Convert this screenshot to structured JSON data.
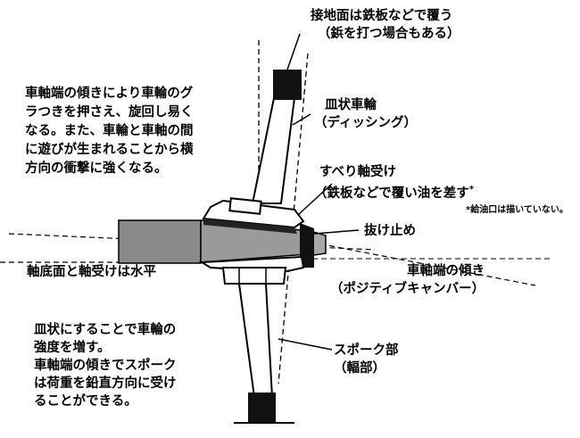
{
  "labels": {
    "ground_surface": [
      "接地面は鉄板などで覆う",
      "（鋲を打つ場合もある）"
    ],
    "camber_effect": [
      "車軸端の傾きにより車輪のグ",
      "ラつきを押さえ、旋回し易く",
      "なる。また、車輪と車軸の間",
      "に遊びが生まれることから横",
      "方向の衝撃に強くなる。"
    ],
    "dish_wheel": [
      "皿状車輪",
      "（ディッシング）"
    ],
    "sliding_bearing": [
      "すべり軸受け",
      "（鉄板などで覆い油を差す",
      "*"
    ],
    "oil_port_note": "*給油口は描いていない。",
    "retainer": "抜け止め",
    "axle_horizontal": "軸底面と軸受けは水平",
    "axle_tilt": [
      "車軸端の傾き",
      "（ポジティブキャンバー）"
    ],
    "dish_strength": [
      "皿状にすることで車輪の",
      "強度を増す。",
      "車軸端の傾きでスポーク",
      "は荷重を鉛直方向に受け",
      "ることができる。"
    ],
    "spoke": [
      "スポーク部",
      "（輻部）"
    ]
  }
}
